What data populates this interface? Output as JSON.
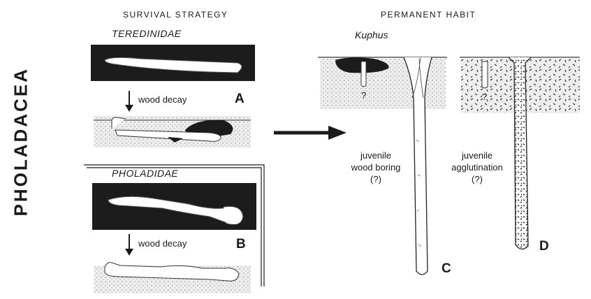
{
  "superfamily": "PHOLADACEA",
  "headings": {
    "left": "SURVIVAL STRATEGY",
    "right": "PERMANENT HABIT"
  },
  "families": {
    "teredinidae": "TEREDINIDAE",
    "pholadidae": "PHOLADIDAE"
  },
  "genus": "Kuphus",
  "arrows": {
    "decay_a": "wood decay",
    "decay_b": "wood decay"
  },
  "panels": {
    "a": "A",
    "b": "B",
    "c": "C",
    "d": "D"
  },
  "notes": {
    "c_line1": "juvenile",
    "c_line2": "wood boring",
    "c_line3": "(?)",
    "d_line1": "juvenile",
    "d_line2": "agglutination",
    "d_line3": "(?)",
    "q_c": "?",
    "q_d": "?"
  },
  "colors": {
    "ink": "#1a1a1a",
    "block": "#1c1c1c",
    "sediment": "#e6e6e6",
    "tube": "#ffffff"
  }
}
